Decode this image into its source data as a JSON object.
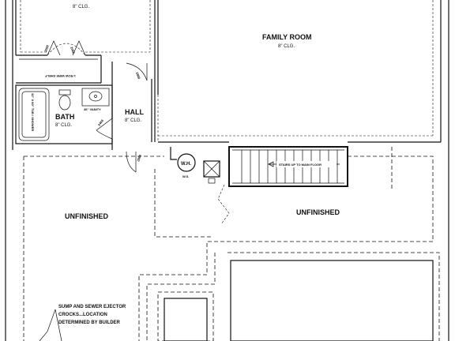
{
  "rooms": {
    "top_left_ceiling": "8\" CLG.",
    "family_room": {
      "name": "FAMILY ROOM",
      "ceiling": "8\" CLG."
    },
    "bath": {
      "name": "BATH",
      "ceiling": "8\" CLG."
    },
    "hall": {
      "name": "HALL",
      "ceiling": "8\" CLG."
    },
    "unfinished_left": "UNFINISHED",
    "unfinished_right": "UNFINISHED"
  },
  "fixtures": {
    "shelf": "1 ROW WIRE SHELF",
    "vanity": "36\" VANITY",
    "shower": "32\" X 60\" TUB / SHOWER",
    "water_heater": "W.H.",
    "water_heater_sub": "W.S.",
    "stairs": "STAIRS UP TO MAIN FLOOR"
  },
  "door_tags": {
    "closet_left": "2068",
    "closet_right": "2068",
    "hall_upper": "2868",
    "hall_lower": "2868",
    "bath_door": "2468"
  },
  "notes": {
    "sump_line1": "SUMP AND SEWER EJECTOR",
    "sump_line2": "CROCKS...LOCATION",
    "sump_line3": "DETERMINED BY BUILDER"
  }
}
